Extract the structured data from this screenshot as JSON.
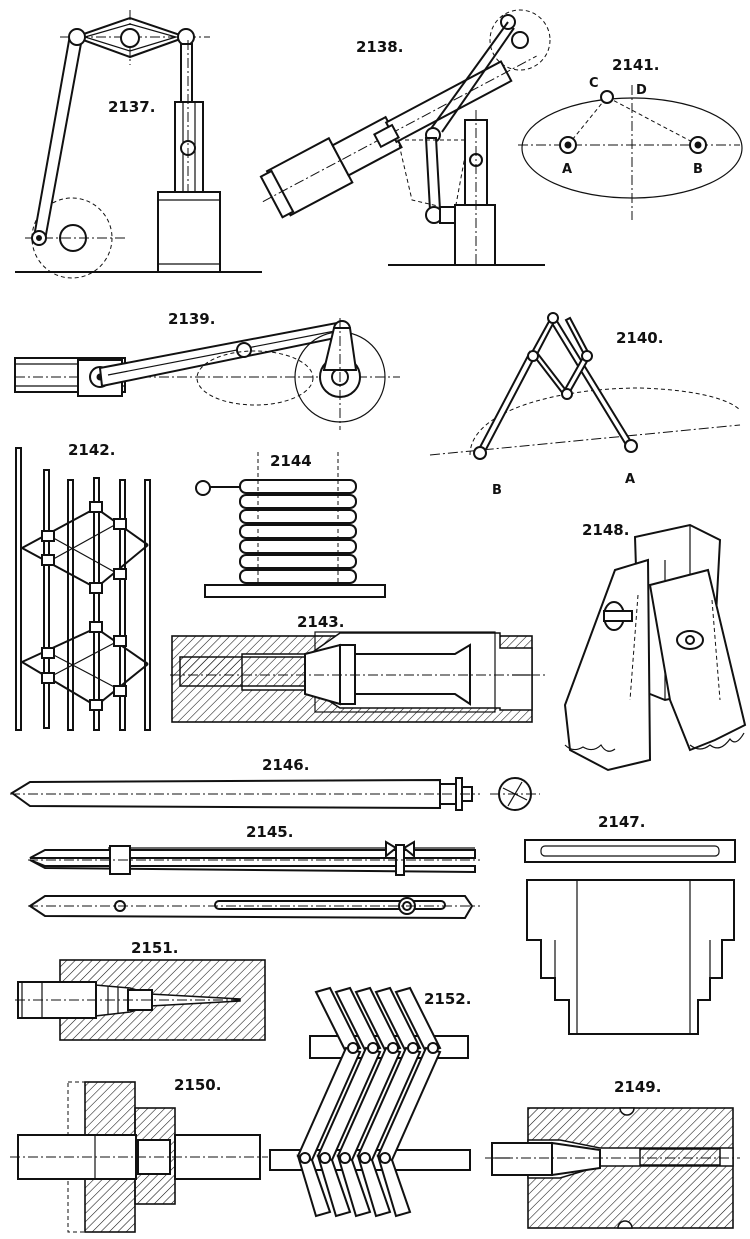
{
  "figures": {
    "f2137": "2137.",
    "f2138": "2138.",
    "f2139": "2139.",
    "f2140": "2140.",
    "f2141": "2141.",
    "f2142": "2142.",
    "f2143": "2143.",
    "f2144": "2144",
    "f2145": "2145.",
    "f2146": "2146.",
    "f2147": "2147.",
    "f2148": "2148.",
    "f2149": "2149.",
    "f2150": "2150.",
    "f2151": "2151.",
    "f2152": "2152."
  },
  "letters": {
    "fig2141_a": "A",
    "fig2141_b": "B",
    "fig2141_c": "C",
    "fig2141_d": "D",
    "fig2140_a": "A",
    "fig2140_b": "B"
  },
  "colors": {
    "ink": "#111111",
    "paper": "#ffffff"
  }
}
